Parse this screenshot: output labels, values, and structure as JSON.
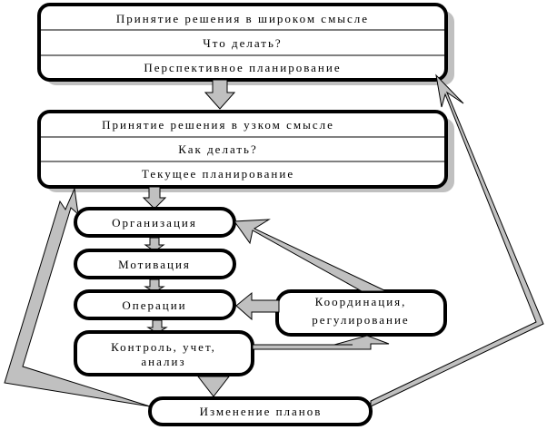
{
  "diagram": {
    "colors": {
      "stroke": "#000000",
      "arrow_fill": "#c0c0c0",
      "shadow": "#c0c0c0",
      "box_fill": "#ffffff"
    },
    "strategic_block": {
      "rows": [
        "Принятие решения в широком смысле",
        "Что делать?",
        "Перспективное планирование"
      ]
    },
    "tactical_block": {
      "rows": [
        "Принятие решения в узком смысле",
        "Как делать?",
        "Текущее планирование"
      ]
    },
    "steps": {
      "organization": "Организация",
      "motivation": "Мотивация",
      "operations": "Операции",
      "control_line1": "Контроль, учет,",
      "control_line2": "анализ",
      "coordination_line1": "Координация,",
      "coordination_line2": "регулирование",
      "plan_change": "Изменение планов"
    }
  }
}
